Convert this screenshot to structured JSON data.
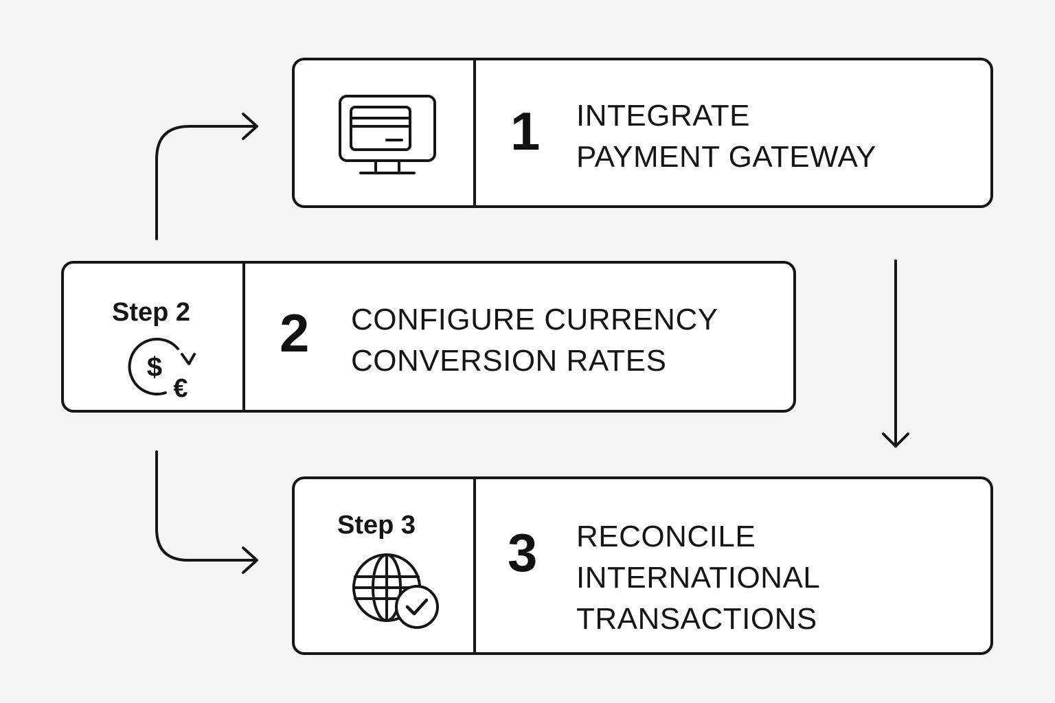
{
  "steps": [
    {
      "number": "1",
      "title_lines": [
        "INTEGRATE",
        "PAYMENT GATEWAY"
      ],
      "icon": "monitor-card-icon"
    },
    {
      "label": "Step 2",
      "number": "2",
      "title_lines": [
        "CONFIGURE CURRENCY",
        "CONVERSION RATES"
      ],
      "icon": "dollar-euro-exchange-icon",
      "icon_glyphs": [
        "$",
        "€"
      ]
    },
    {
      "label": "Step 3",
      "number": "3",
      "title_lines": [
        "RECONCILE",
        "INTERNATIONAL",
        "TRANSACTIONS"
      ],
      "icon": "globe-check-icon"
    }
  ],
  "colors": {
    "background": "#f5f5f5",
    "stroke": "#151515",
    "card": "#ffffff"
  }
}
